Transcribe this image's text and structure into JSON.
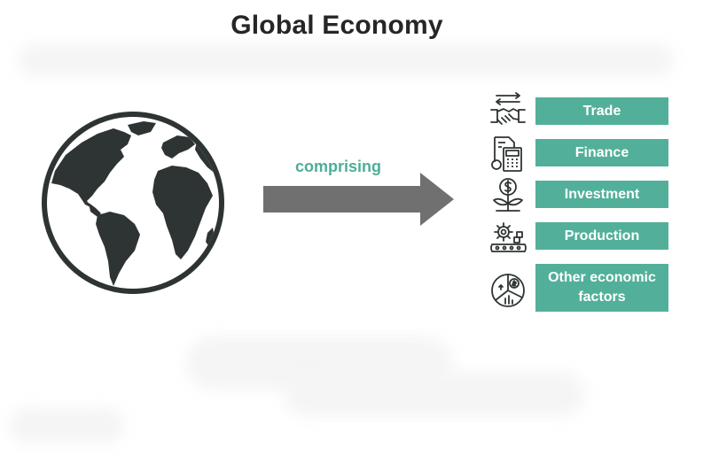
{
  "title": "Global Economy",
  "connector_label": "comprising",
  "colors": {
    "accent": "#52b09a",
    "connector_text": "#4cae98",
    "arrow": "#6f706f",
    "globe": "#2e3433",
    "title": "#262626"
  },
  "components": [
    {
      "label": "Trade",
      "icon": "handshake-exchange-icon"
    },
    {
      "label": "Finance",
      "icon": "calculator-document-icon"
    },
    {
      "label": "Investment",
      "icon": "money-plant-icon"
    },
    {
      "label": "Production",
      "icon": "gear-conveyor-icon"
    },
    {
      "label": "Other economic factors",
      "icon": "pie-chart-dollar-icon"
    }
  ]
}
